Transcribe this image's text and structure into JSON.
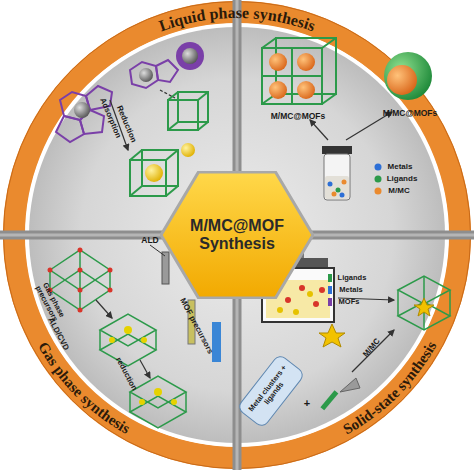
{
  "diagram": {
    "nodes": [
      {
        "text": [
          "M/MC@MOF Synthesis"
        ]
      },
      {
        "text": [
          "Metal clusters + ligands"
        ]
      }
    ],
    "labels": [
      "Liquid phase synthesis",
      "Gas phase synthesis",
      "Solid-state synthesis",
      "Adsorption",
      "Reduction",
      "M/MC@MOFs",
      "M/MC@MOFs",
      "Metals",
      "Ligands",
      "M/MC",
      "ALD",
      "Gas phase precursors",
      "ALD/CVD",
      "MOF precursors",
      "reduction",
      "Ligands",
      "Metals",
      "MOFs",
      "M/MC",
      "+"
    ]
  }
}
